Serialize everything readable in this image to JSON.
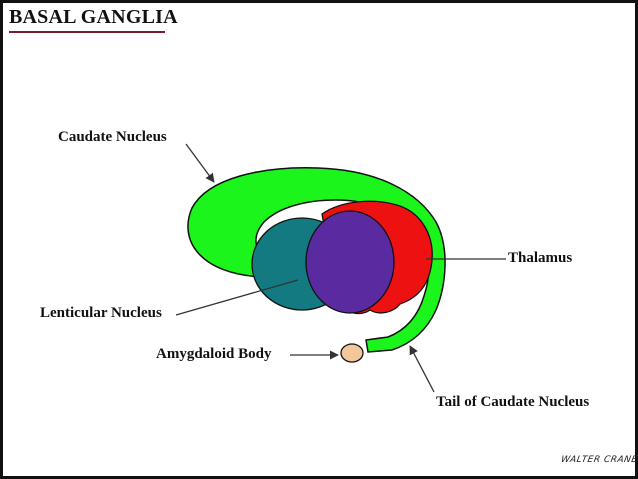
{
  "title": "BASAL GANGLIA",
  "labels": {
    "caudate_nucleus": "Caudate Nucleus",
    "thalamus": "Thalamus",
    "lenticular_nucleus": "Lenticular Nucleus",
    "amygdaloid_body": "Amygdaloid Body",
    "tail_of_caudate_nucleus": "Tail of Caudate Nucleus"
  },
  "signature": "WALTER CRANE",
  "colors": {
    "caudate": "#1cf51c",
    "thalamus": "#ee1111",
    "putamen": "#127a80",
    "globus_pallidus": "#5a2aa0",
    "amygdala": "#f2c79a",
    "title_underline": "#7a1a2a"
  }
}
